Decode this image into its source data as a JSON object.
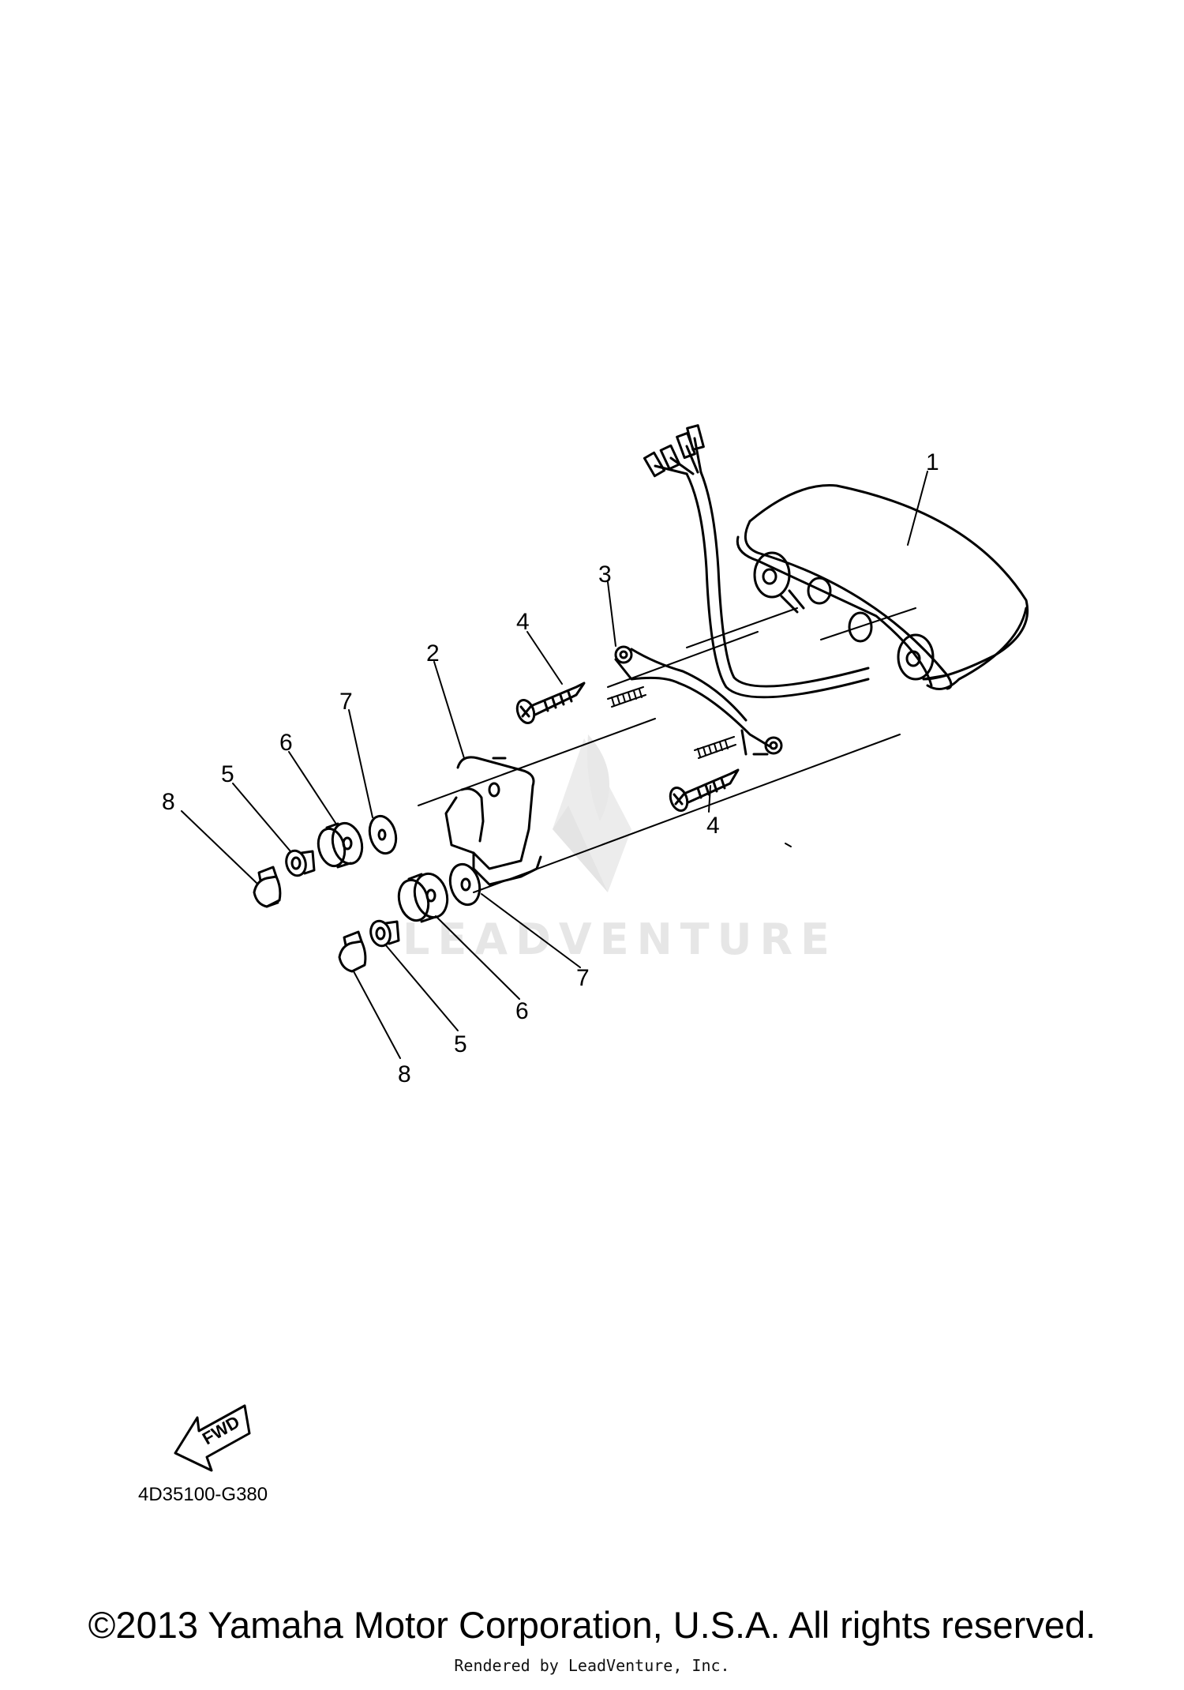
{
  "callouts": {
    "item_1": "1",
    "item_2": "2",
    "item_3": "3",
    "item_4a": "4",
    "item_4b": "4",
    "item_5a": "5",
    "item_5b": "5",
    "item_6a": "6",
    "item_6b": "6",
    "item_7a": "7",
    "item_7b": "7",
    "item_8a": "8",
    "item_8b": "8"
  },
  "fwd_label": "FWD",
  "diagram_code": "4D35100-G380",
  "watermark_text": "LEADVENTURE",
  "copyright": "©2013 Yamaha Motor Corporation, U.S.A. All rights reserved.",
  "rendered_by": "Rendered by LeadVenture, Inc."
}
